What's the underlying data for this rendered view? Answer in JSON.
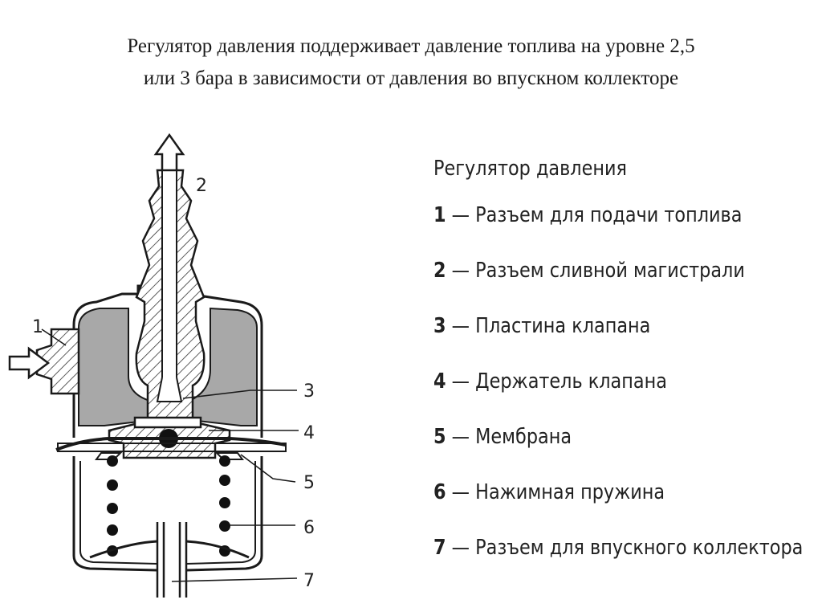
{
  "title": {
    "line1": "Регулятор давления поддерживает давление топлива на уровне 2,5",
    "line2": "или 3 бара в зависимости от давления во впускном коллекторе"
  },
  "legend": {
    "heading": "Регулятор давления",
    "items": [
      {
        "num": "1",
        "dash": " — ",
        "text": "Разъем для подачи топлива"
      },
      {
        "num": "2",
        "dash": " — ",
        "text": "Разъем сливной магистрали"
      },
      {
        "num": "3",
        "dash": " — ",
        "text": "Пластина клапана"
      },
      {
        "num": "4",
        "dash": " — ",
        "text": "Держатель клапана"
      },
      {
        "num": "5",
        "dash": " — ",
        "text": "Мембрана"
      },
      {
        "num": "6",
        "dash": " — ",
        "text": "Нажимная пружина"
      },
      {
        "num": "7",
        "dash": " — ",
        "text": "Разъем для впускного коллектора"
      }
    ]
  },
  "callouts": [
    "1",
    "2",
    "3",
    "4",
    "5",
    "6",
    "7"
  ],
  "colors": {
    "housing_fill": "#a8a8a8",
    "outline": "#1a1a1a"
  }
}
